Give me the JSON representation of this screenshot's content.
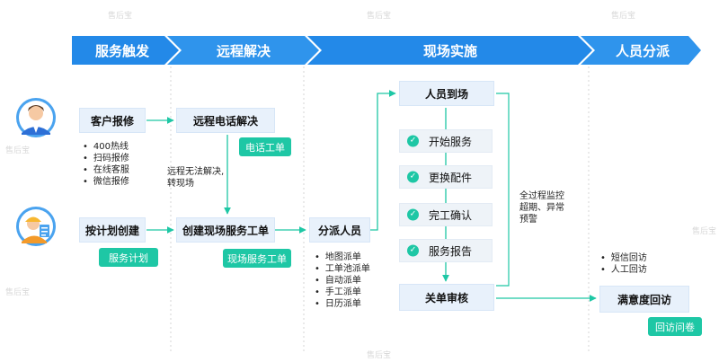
{
  "phases": [
    "服务触发",
    "远程解决",
    "现场实施",
    "人员分派"
  ],
  "boxes": {
    "customer_report": "客户报修",
    "remote_phone": "远程电话解决",
    "plan_create": "按计划创建",
    "create_onsite": "创建现场服务工单",
    "dispatch": "分派人员",
    "arrive": "人员到场",
    "start_service": "开始服务",
    "replace_parts": "更换配件",
    "complete_confirm": "完工确认",
    "service_report": "服务报告",
    "close_audit": "关单审核",
    "satisfaction": "满意度回访"
  },
  "tags": {
    "phone_order": "电话工单",
    "service_plan": "服务计划",
    "onsite_order": "现场服务工单",
    "survey": "回访问卷"
  },
  "lists": {
    "report_channels": [
      "400热线",
      "扫码报修",
      "在线客服",
      "微信报修"
    ],
    "dispatch_methods": [
      "地图派单",
      "工单池派单",
      "自动派单",
      "手工派单",
      "日历派单"
    ],
    "revisit_methods": [
      "短信回访",
      "人工回访"
    ]
  },
  "notes": {
    "remote_fail": [
      "远程无法解决,",
      "转现场"
    ],
    "monitor": [
      "全过程监控",
      "超期、异常",
      "预警"
    ]
  },
  "watermark": "售后宝",
  "colors": {
    "phase_blue": "#2389e8",
    "box_bg": "#e8f1fb",
    "tag_green": "#1ec7a5",
    "arrow": "#1ec7a5",
    "divider": "#cfcfcf"
  }
}
